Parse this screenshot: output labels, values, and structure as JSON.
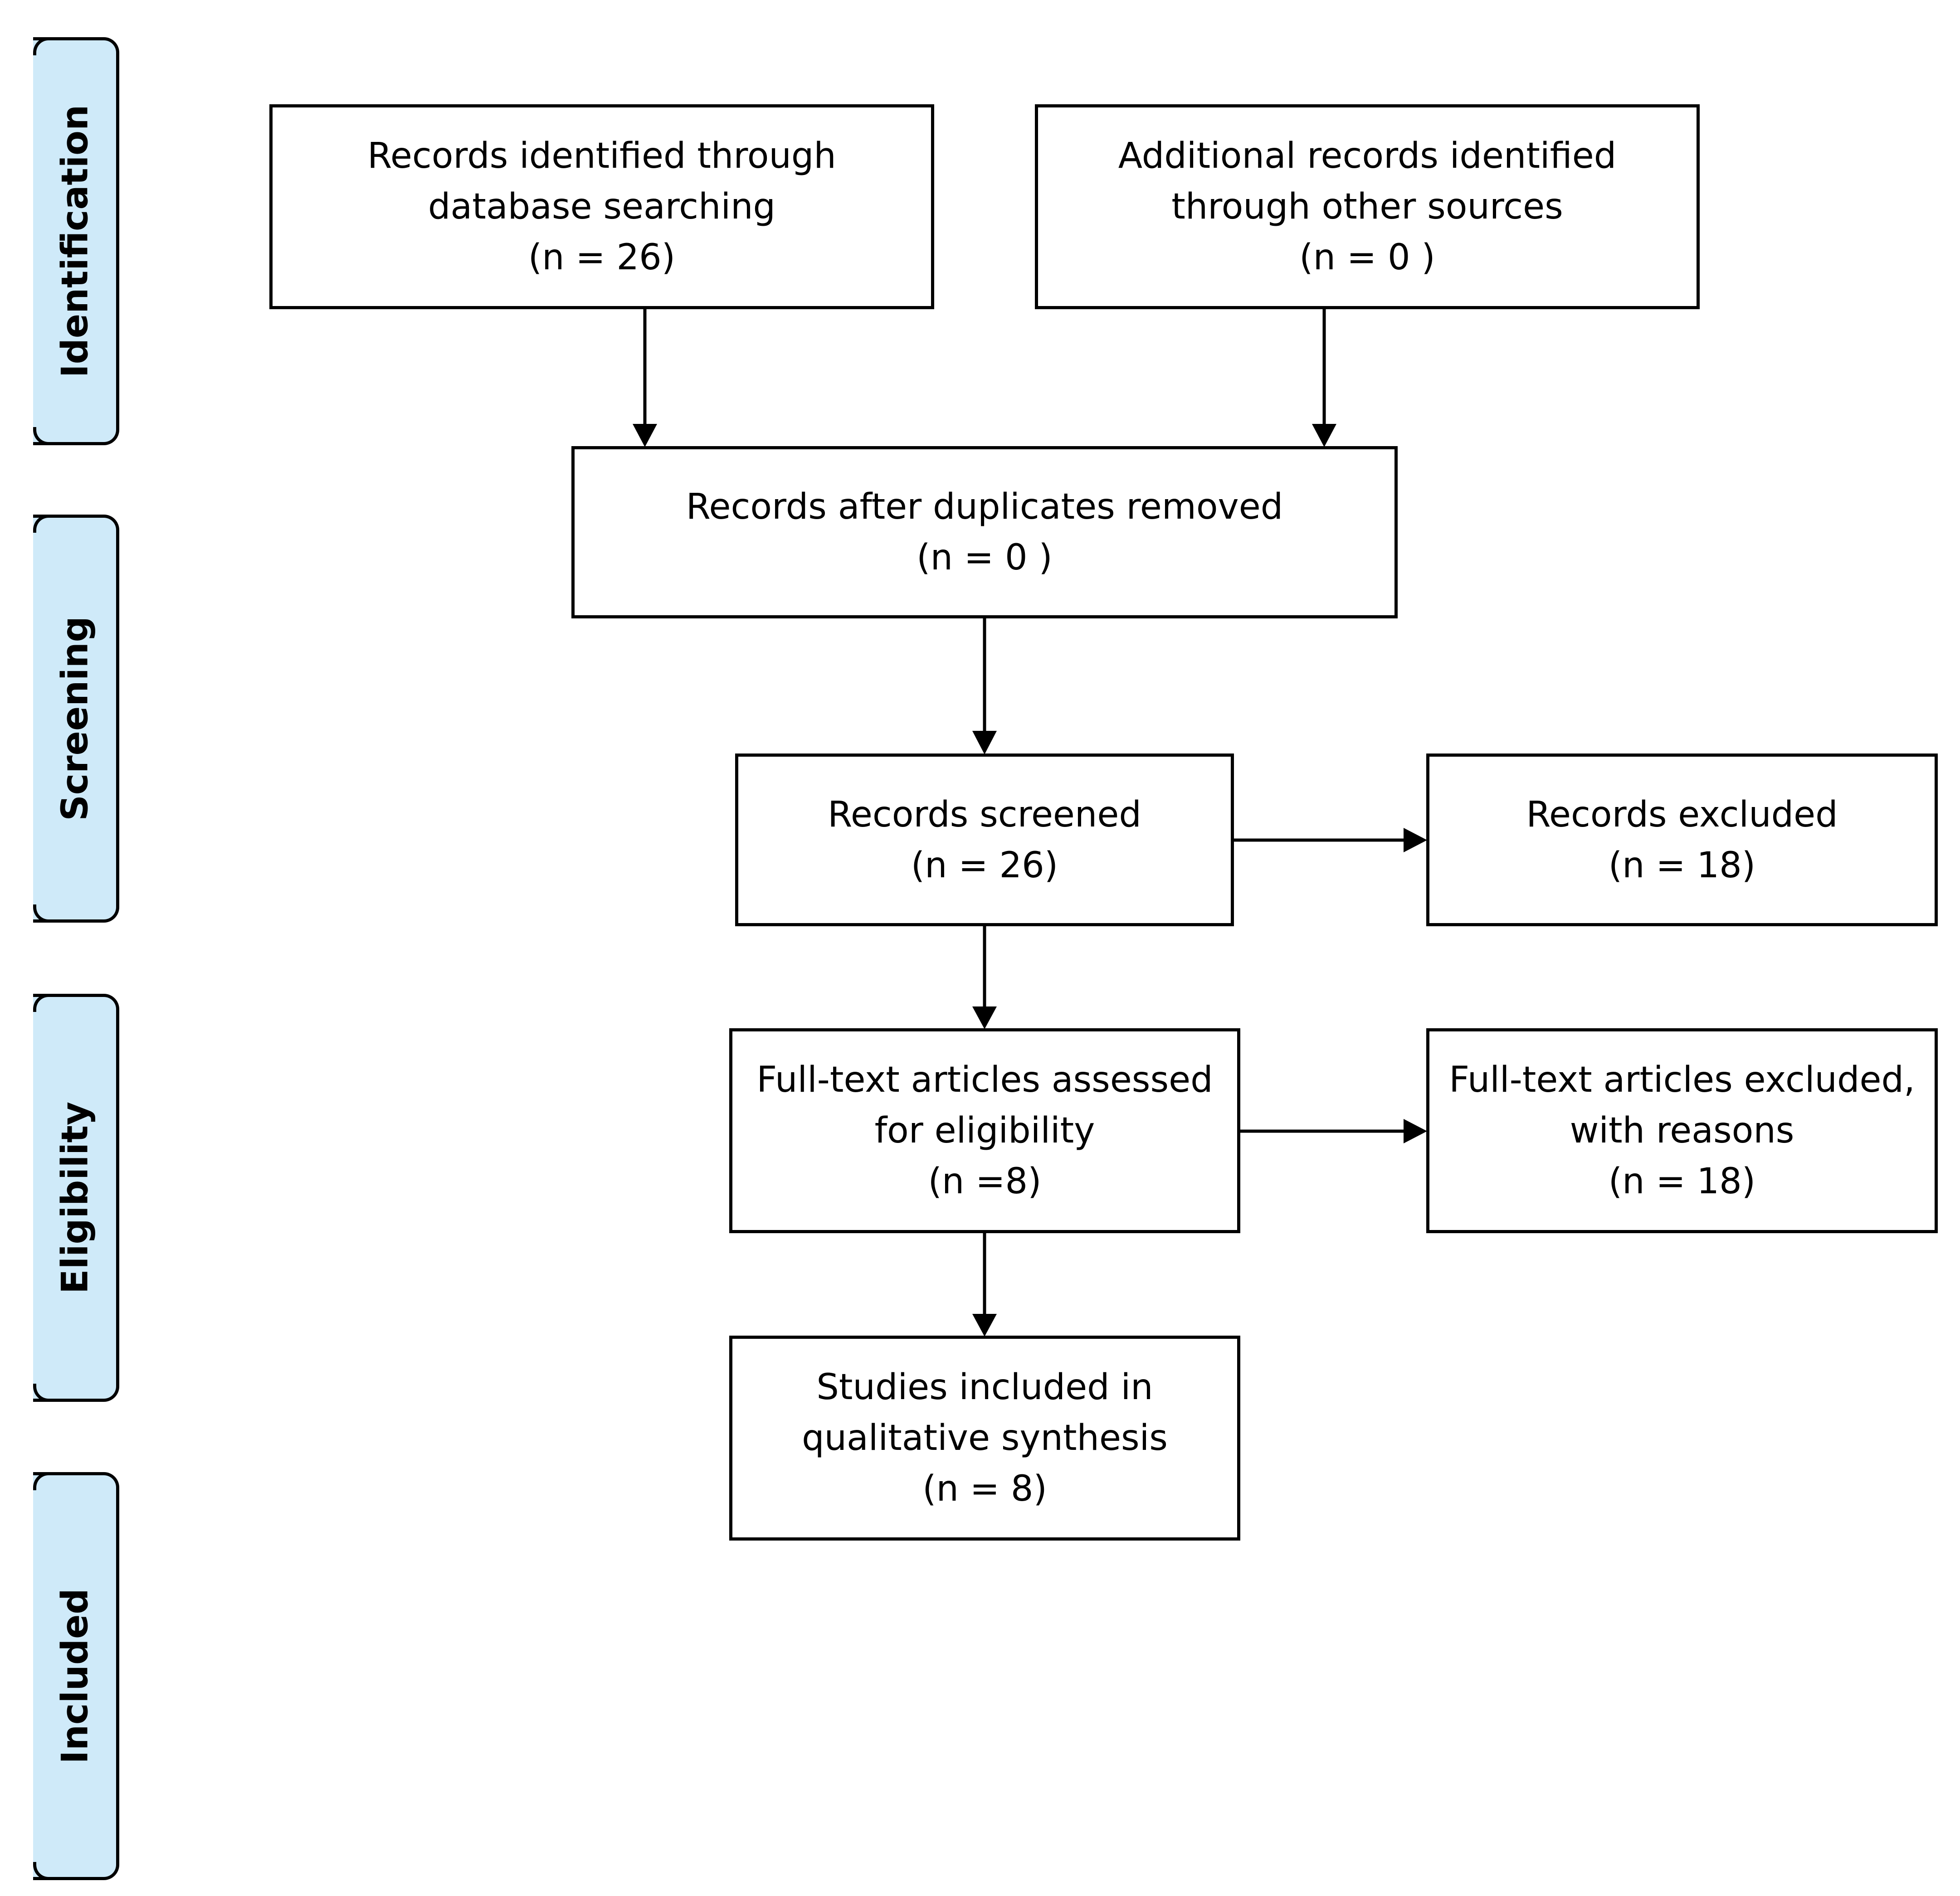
{
  "phases": [
    {
      "label": "Identification"
    },
    {
      "label": "Screening"
    },
    {
      "label": "Eligibility"
    },
    {
      "label": "Included"
    }
  ],
  "boxes": {
    "database_records": {
      "lines": [
        "Records identified through",
        "database searching",
        "(n =  26)"
      ]
    },
    "other_sources": {
      "lines": [
        "Additional records identified",
        "through other sources",
        "(n = 0  )"
      ]
    },
    "duplicates_removed": {
      "lines": [
        "Records after duplicates removed",
        "(n =  0 )"
      ]
    },
    "screened": {
      "lines": [
        "Records screened",
        "(n = 26)"
      ]
    },
    "excluded": {
      "lines": [
        "Records excluded",
        "(n = 18)"
      ]
    },
    "fulltext_assessed": {
      "lines": [
        "Full-text articles assessed",
        "for eligibility",
        "(n =8)"
      ]
    },
    "fulltext_excluded": {
      "lines": [
        "Full-text articles excluded,",
        "with reasons",
        "(n = 18)"
      ]
    },
    "included": {
      "lines": [
        "Studies included in",
        "qualitative synthesis",
        "(n = 8)"
      ]
    }
  },
  "colors": {
    "phase_fill": "#cfeaf9",
    "stroke": "#000000",
    "box_fill": "#ffffff"
  }
}
